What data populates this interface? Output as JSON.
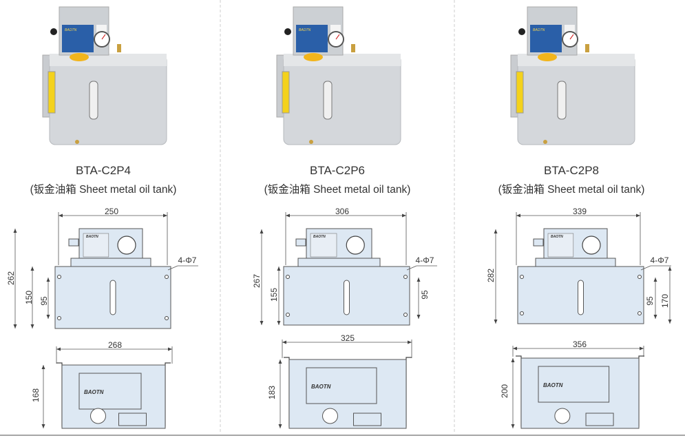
{
  "brand_mark": "BAOTN",
  "colors": {
    "panel_blue": "#2a5fa8",
    "cap_yellow": "#f2b51c",
    "drawing_fill": "#dde8f3",
    "drawing_stroke": "#555555"
  },
  "products": [
    {
      "model": "BTA-C2P4",
      "subtitle": "(钣金油箱 Sheet metal oil tank)",
      "front_view": {
        "width": "250",
        "total_height": "262",
        "tank_height": "150",
        "hole_spacing": "95",
        "holes": "4-Φ7"
      },
      "top_view": {
        "width": "268",
        "depth": "168"
      }
    },
    {
      "model": "BTA-C2P6",
      "subtitle": "(钣金油箱 Sheet metal oil tank)",
      "front_view": {
        "width": "306",
        "total_height": "267",
        "tank_height": "155",
        "hole_spacing": "95",
        "holes": "4-Φ7"
      },
      "top_view": {
        "width": "325",
        "depth": "183"
      }
    },
    {
      "model": "BTA-C2P8",
      "subtitle": "(钣金油箱 Sheet metal oil tank)",
      "front_view": {
        "width": "339",
        "total_height": "282",
        "tank_height": "170",
        "hole_spacing": "95",
        "holes": "4-Φ7"
      },
      "top_view": {
        "width": "356",
        "depth": "200"
      }
    }
  ]
}
